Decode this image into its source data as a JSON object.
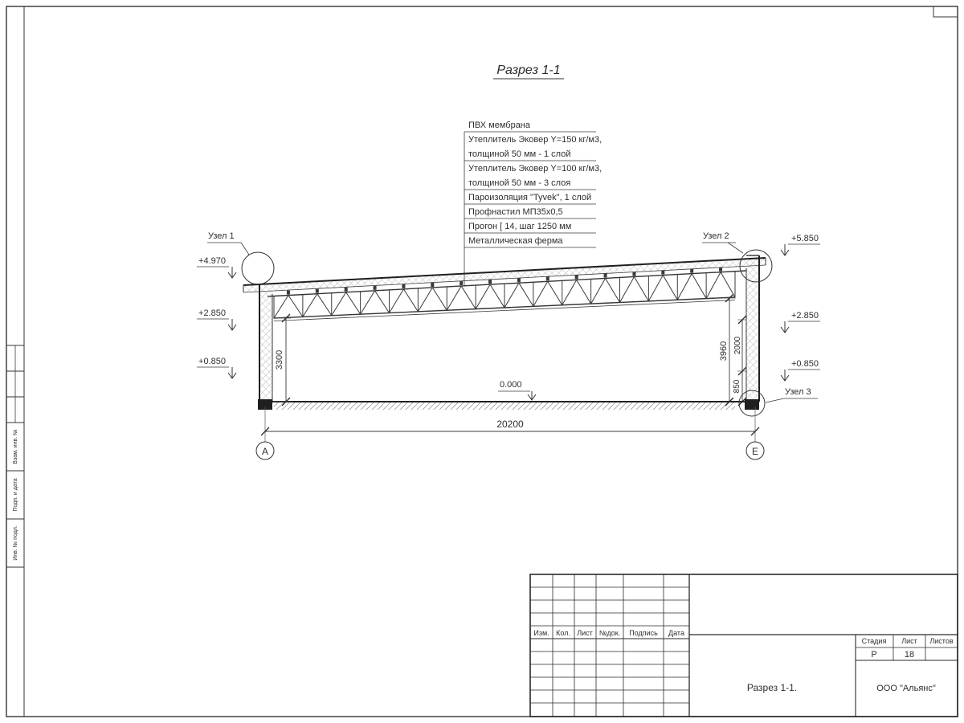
{
  "sheet": {
    "title": "Разрез 1-1"
  },
  "callouts": {
    "items": [
      "ПВХ мембрана",
      "Утеплитель Эковер Y=150 кг/м3,",
      "толщиной 50 мм - 1 слой",
      "Утеплитель Эковер Y=100 кг/м3,",
      "толщиной 50 мм - 3 слоя",
      "Пароизоляция \"Tyvek\", 1 слой",
      "Профнастил МП35х0,5",
      "Прогон [ 14, шаг 1250 мм",
      "Металлическая ферма"
    ]
  },
  "elevations": {
    "left_top": "+4.970",
    "left_mid": "+2.850",
    "left_bot": "+0.850",
    "right_top": "+5.850",
    "right_mid": "+2.850",
    "right_bot": "+0.850",
    "zero": "0.000"
  },
  "dimensions": {
    "span": "20200",
    "left_height": "3300",
    "right_height": "3960",
    "right_upper": "2000",
    "right_lower": "850"
  },
  "nodes": {
    "node1": "Узел 1",
    "node2": "Узел 2",
    "node3": "Узел 3"
  },
  "axes": {
    "left": "А",
    "right": "Е"
  },
  "titleblock": {
    "col_izm": "Изм.",
    "col_kol": "Кол.",
    "col_list": "Лист",
    "col_ndok": "№док.",
    "col_podpis": "Подпись",
    "col_data": "Дата",
    "stage_label": "Стадия",
    "sheet_label": "Лист",
    "sheets_label": "Листов",
    "stage_value": "Р",
    "sheet_value": "18",
    "drawing_name": "Разрез 1-1.",
    "company": "ООО \"Альянс\""
  },
  "margin": {
    "label1": "Взам. инв. №",
    "label2": "Подп. и дата",
    "label3": "Инв. № подл."
  }
}
